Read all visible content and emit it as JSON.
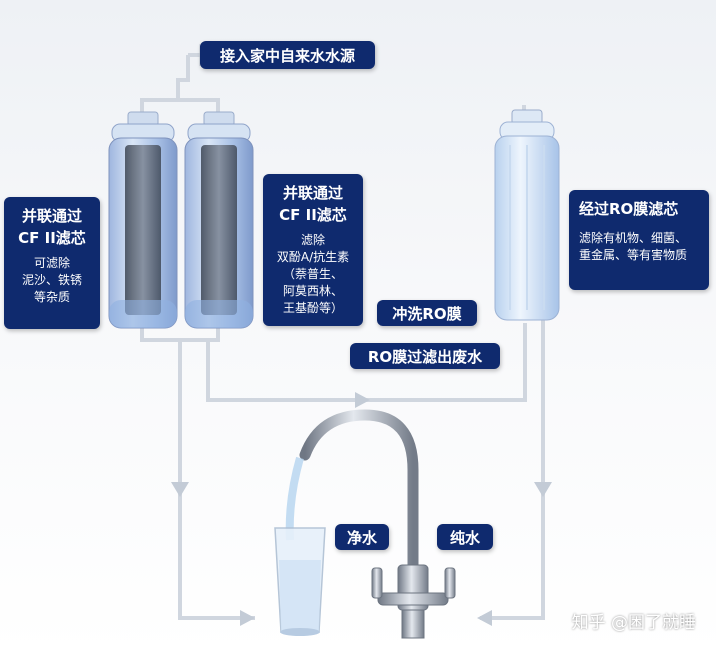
{
  "source_label": "接入家中自来水水源",
  "filter_left": {
    "title_line1": "并联通过",
    "title_line2": "CF II滤芯",
    "desc_lines": [
      "可滤除",
      "泥沙、铁锈",
      "等杂质"
    ]
  },
  "filter_middle": {
    "title_line1": "并联通过",
    "title_line2": "CF II滤芯",
    "desc_lines": [
      "滤除",
      "双酚A/抗生素",
      "（萘普生、",
      "阿莫西林、",
      "王基酚等）"
    ]
  },
  "filter_ro": {
    "title": "经过RO膜滤芯",
    "desc_lines": [
      "滤除有机物、细菌、",
      "重金属、等有害物质"
    ]
  },
  "flush_label": "冲洗RO膜",
  "waste_label": "RO膜过滤出废水",
  "clean_water_label": "净水",
  "pure_water_label": "纯水",
  "watermark": "知乎 @困了就睡",
  "icons": [
    "arrow-left-icon",
    "arrow-down-icon",
    "arrow-right-icon",
    "faucet-icon",
    "glass-icon"
  ]
}
